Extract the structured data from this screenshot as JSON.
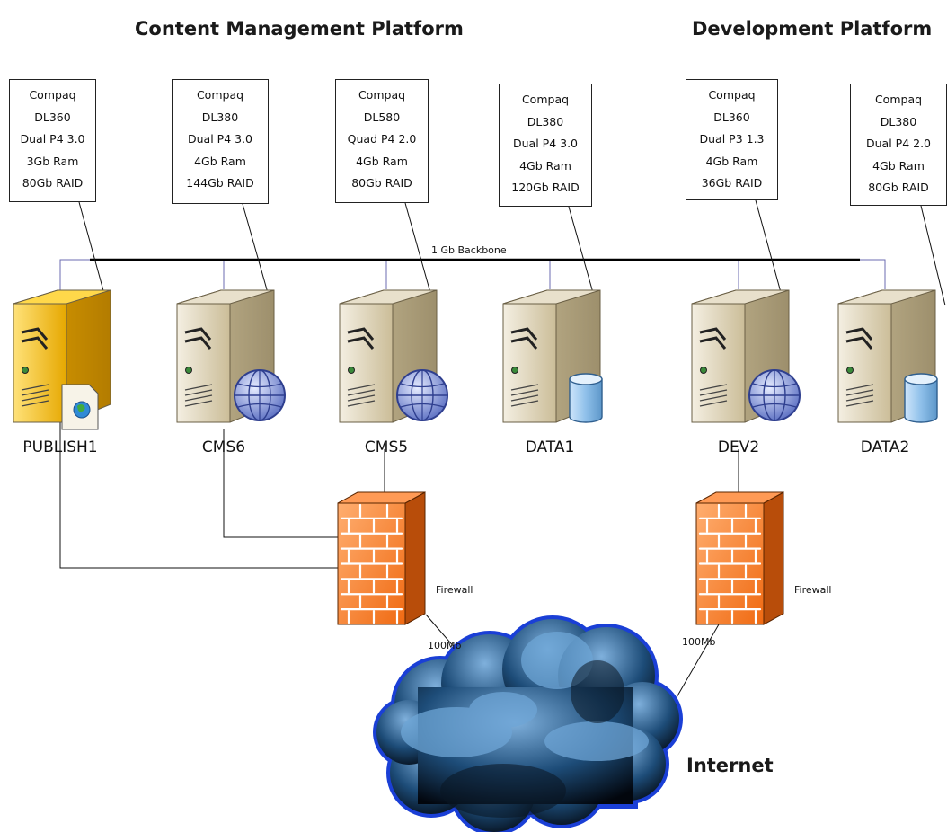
{
  "titles": {
    "content_platform": "Content Management Platform",
    "development_platform": "Development Platform"
  },
  "specs": [
    [
      "Compaq",
      "DL360",
      "Dual P4 3.0",
      "3Gb Ram",
      "80Gb RAID"
    ],
    [
      "Compaq",
      "DL380",
      "Dual P4 3.0",
      "4Gb Ram",
      "144Gb RAID"
    ],
    [
      "Compaq",
      "DL580",
      "Quad P4 2.0",
      "4Gb Ram",
      "80Gb RAID"
    ],
    [
      "Compaq",
      "DL380",
      "Dual P4 3.0",
      "4Gb Ram",
      "120Gb RAID"
    ],
    [
      "Compaq",
      "DL360",
      "Dual P3 1.3",
      "4Gb Ram",
      "36Gb RAID"
    ],
    [
      "Compaq",
      "DL380",
      "Dual P4 2.0",
      "4Gb Ram",
      "80Gb RAID"
    ]
  ],
  "servers": [
    {
      "label": "PUBLISH1",
      "type": "publish",
      "icon": "web-page-icon"
    },
    {
      "label": "CMS6",
      "type": "web",
      "icon": "globe-icon"
    },
    {
      "label": "CMS5",
      "type": "web",
      "icon": "globe-icon"
    },
    {
      "label": "DATA1",
      "type": "database",
      "icon": "database-icon"
    },
    {
      "label": "DEV2",
      "type": "web",
      "icon": "globe-icon"
    },
    {
      "label": "DATA2",
      "type": "database",
      "icon": "database-icon"
    }
  ],
  "backbone_label": "1 Gb Backbone",
  "firewalls": [
    {
      "label": "Firewall",
      "link_label": "100Mb"
    },
    {
      "label": "Firewall",
      "link_label": "100Mb"
    }
  ],
  "internet_label": "Internet",
  "colors": {
    "firewall": "#f07a2a",
    "server": "#d9cdb0",
    "publish_server": "#f2b820",
    "cloud": "#1f4f7a",
    "cloud_outline": "#1a3fd6",
    "backbone": "#000000",
    "connector": "#6b6bb0"
  }
}
